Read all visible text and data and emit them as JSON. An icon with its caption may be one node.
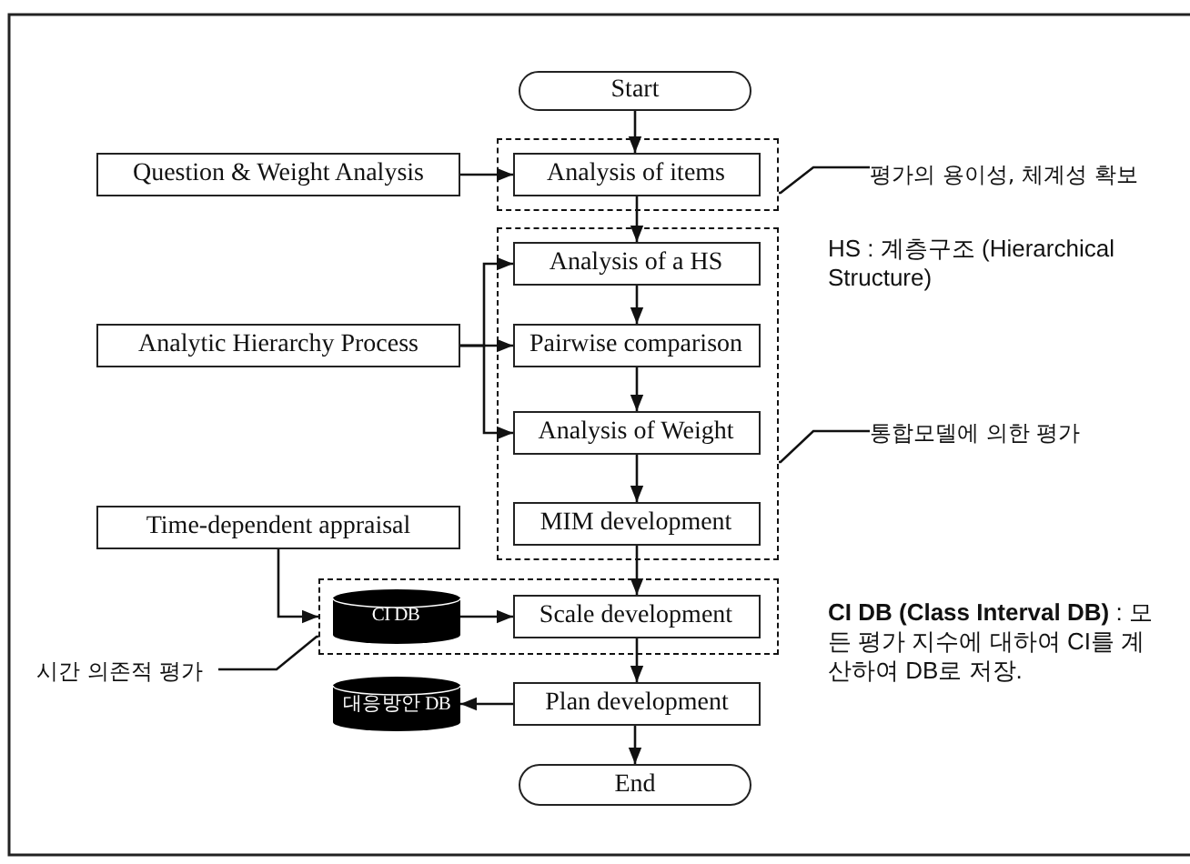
{
  "diagram": {
    "nodes": [
      {
        "text": [
          "Start"
        ]
      },
      {
        "text": [],
        "shape": "box"
      },
      {
        "text": [
          "Analysis of items"
        ],
        "in": 1
      },
      {
        "text": [
          "Question & Weight Analysis"
        ]
      },
      {
        "text": [],
        "shape": "box"
      },
      {
        "text": [
          "Analysis of a HS"
        ],
        "in": 4
      },
      {
        "text": [
          "Pairwise comparison"
        ],
        "in": 4
      },
      {
        "text": [
          "Analysis of Weight"
        ],
        "in": 4
      },
      {
        "text": [
          "MIM development"
        ],
        "in": 4
      },
      {
        "text": [
          "Analytic Hierarchy Process"
        ]
      },
      {
        "text": [
          "Time-dependent appraisal"
        ]
      },
      {
        "text": [],
        "shape": "box"
      },
      {
        "text": [
          "CI DB"
        ],
        "in": 11
      },
      {
        "text": [
          "Scale development"
        ],
        "in": 11
      },
      {
        "text": [
          "Plan development"
        ]
      },
      {
        "text": [
          "대응방안 DB"
        ]
      },
      {
        "text": [
          "End"
        ]
      },
      {
        "text": [
          "평가의 용이성, 체계성 확보"
        ]
      },
      {
        "text": [
          "통합모델에 의한 평가"
        ]
      },
      {
        "text": [
          "시간 의존적 평가"
        ]
      }
    ],
    "edges": [
      {
        "from": 0,
        "to": 2,
        "arrow": "to"
      },
      {
        "from": 2,
        "to": 5,
        "arrow": "to"
      },
      {
        "from": 3,
        "to": 2,
        "arrow": "to"
      },
      {
        "from": 5,
        "to": 6,
        "arrow": "to"
      },
      {
        "from": 6,
        "to": 7,
        "arrow": "to"
      },
      {
        "from": 7,
        "to": 8,
        "arrow": "to"
      },
      {
        "from": 9,
        "to": 5,
        "arrow": "to"
      },
      {
        "from": 9,
        "to": 6,
        "arrow": "to"
      },
      {
        "from": 9,
        "to": 7,
        "arrow": "to"
      },
      {
        "from": 8,
        "to": 13,
        "arrow": "to"
      },
      {
        "from": 10,
        "to": 11,
        "arrow": "to"
      },
      {
        "from": 12,
        "to": 13,
        "arrow": "to"
      },
      {
        "from": 13,
        "to": 14,
        "arrow": "to"
      },
      {
        "from": 14,
        "to": 15,
        "arrow": "to"
      },
      {
        "from": 14,
        "to": 16,
        "arrow": "to"
      },
      {
        "from": 17,
        "to": 1,
        "arrow": "none"
      },
      {
        "from": 18,
        "to": 4,
        "arrow": "none"
      },
      {
        "from": 19,
        "to": 11,
        "arrow": "none"
      }
    ],
    "labels": [
      "HS : 계층구조 (Hierarchical Structure)",
      "**CI DB (Class Interval DB)** : 모든 평가 지수에 대하여 CI를 계산하여 DB로 저장."
    ]
  }
}
